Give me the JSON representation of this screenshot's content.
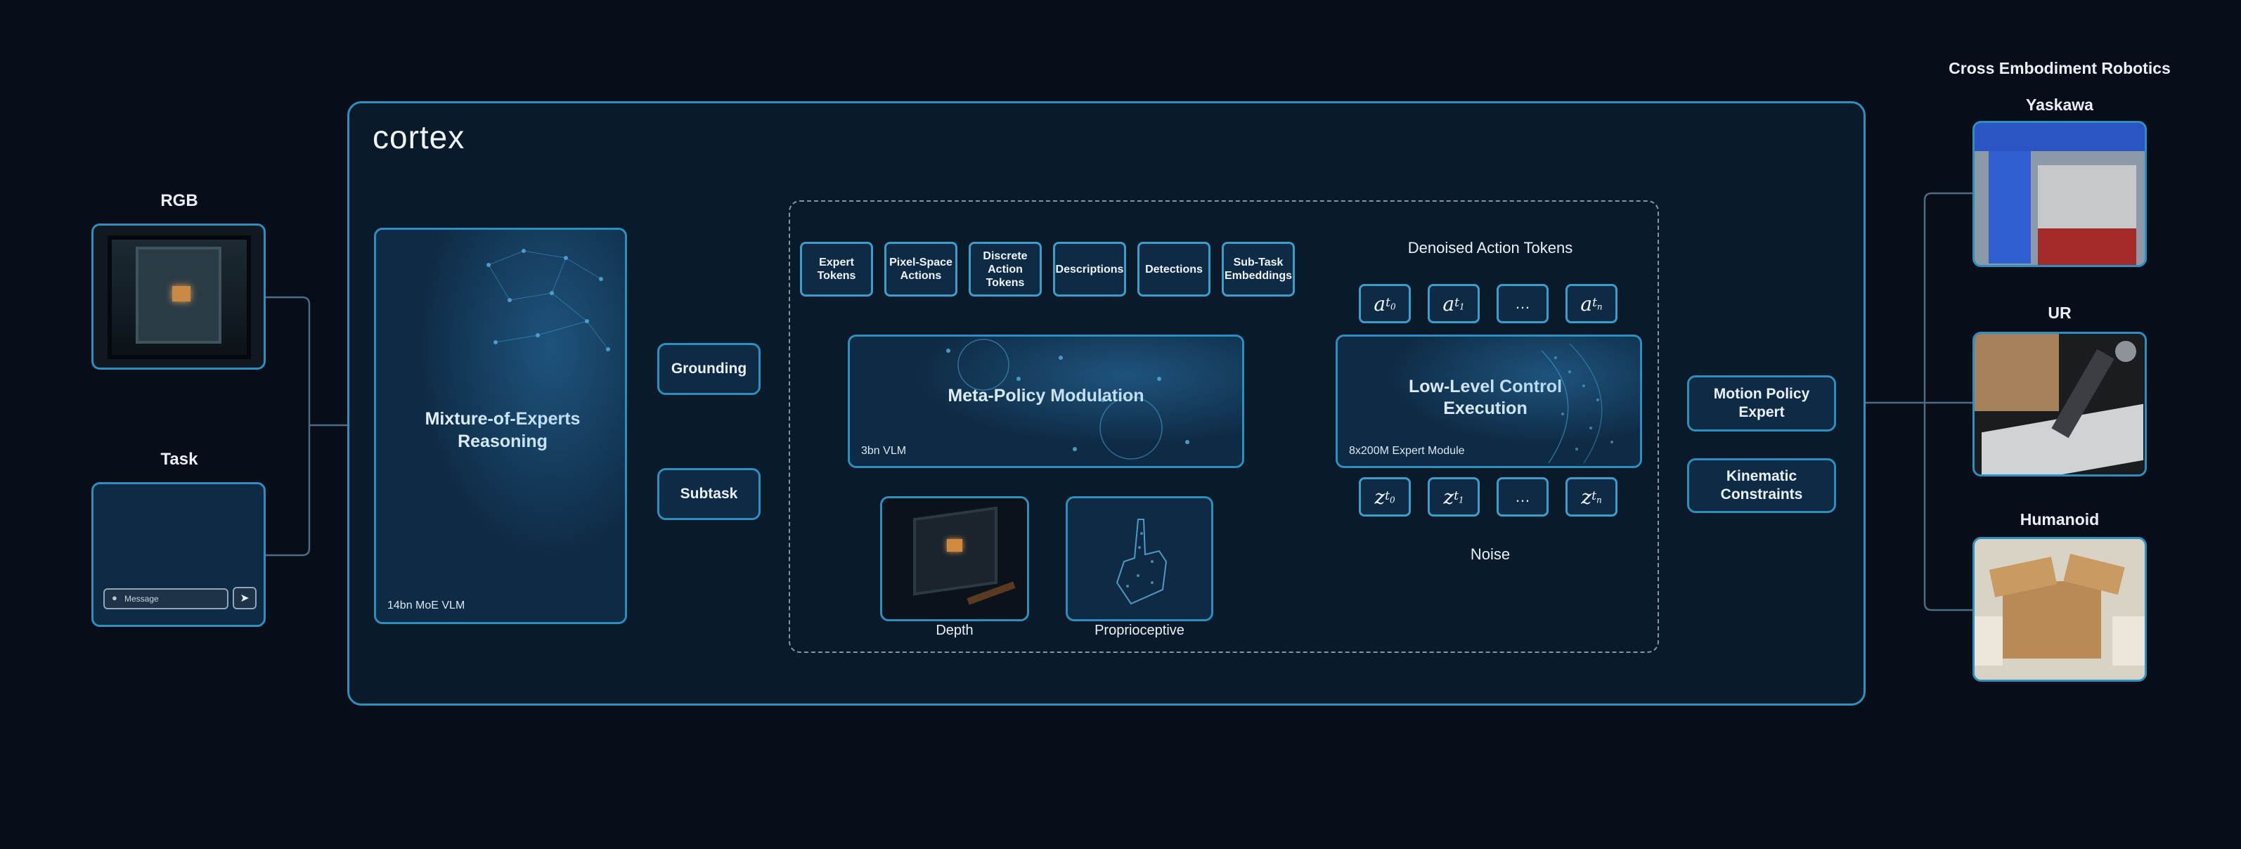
{
  "inputs": {
    "rgb_label": "RGB",
    "task_label": "Task",
    "message_placeholder": "Message"
  },
  "cortex": {
    "logo": "cortex",
    "moe": {
      "title": "Mixture-of-Experts Reasoning",
      "tag": "14bn MoE VLM"
    },
    "grounding": "Grounding",
    "subtask": "Subtask",
    "output_tokens": [
      "Expert Tokens",
      "Pixel-Space Actions",
      "Discrete Action Tokens",
      "Descriptions",
      "Detections",
      "Sub-Task Embeddings"
    ],
    "meta_policy": {
      "title": "Meta-Policy Modulation",
      "tag": "3bn VLM"
    },
    "depth_label": "Depth",
    "proprio_label": "Proprioceptive",
    "denoised_label": "Denoised Action Tokens",
    "noise_label": "Noise",
    "low_level": {
      "title": "Low-Level Control Execution",
      "tag": "8x200M Expert Module"
    },
    "action_tokens": [
      "a",
      "a",
      "…",
      "a"
    ],
    "action_subs": [
      "t",
      "t",
      "",
      "t"
    ],
    "action_subsubs": [
      "0",
      "1",
      "",
      "n"
    ],
    "noise_tokens": [
      "z",
      "z",
      "…",
      "z"
    ],
    "noise_subs": [
      "t",
      "t",
      "",
      "t"
    ],
    "noise_subsubs": [
      "0",
      "1",
      "",
      "n"
    ]
  },
  "motion_policy": "Motion Policy Expert",
  "kinematic": "Kinematic Constraints",
  "robots": {
    "heading": "Cross Embodiment Robotics",
    "items": [
      "Yaskawa",
      "UR",
      "Humanoid"
    ]
  },
  "colors": {
    "background": "#070e1a",
    "box_fill": "#0e2a44",
    "border": "#2d8fbd",
    "accent": "#5cc2ee"
  }
}
